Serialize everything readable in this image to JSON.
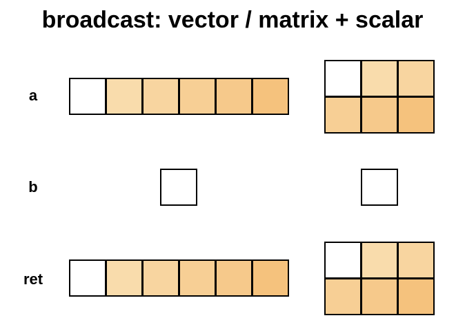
{
  "title": "broadcast: vector / matrix + scalar",
  "rows": {
    "a": {
      "label": "a"
    },
    "b": {
      "label": "b"
    },
    "ret": {
      "label": "ret"
    }
  },
  "colors": {
    "shades": [
      "#ffffff",
      "#f9dcac",
      "#f8d5a0",
      "#f7cf95",
      "#f6c98b",
      "#f5c27d"
    ],
    "border": "#000000",
    "scalar": "#ffffff"
  },
  "grids": {
    "a_vector": {
      "rows": 1,
      "cols": 6,
      "shades": [
        0,
        1,
        2,
        3,
        4,
        5
      ]
    },
    "a_matrix": {
      "rows": 2,
      "cols": 3,
      "shades": [
        0,
        1,
        2,
        3,
        4,
        5
      ]
    },
    "b_scalar_1": {
      "rows": 1,
      "cols": 1,
      "shades": [
        -1
      ]
    },
    "b_scalar_2": {
      "rows": 1,
      "cols": 1,
      "shades": [
        -1
      ]
    },
    "ret_vector": {
      "rows": 1,
      "cols": 6,
      "shades": [
        0,
        1,
        2,
        3,
        4,
        5
      ]
    },
    "ret_matrix": {
      "rows": 2,
      "cols": 3,
      "shades": [
        0,
        1,
        2,
        3,
        4,
        5
      ]
    }
  }
}
